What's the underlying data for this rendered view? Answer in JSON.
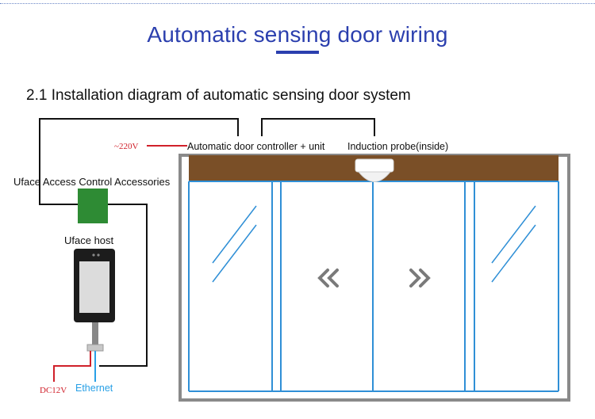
{
  "header": {
    "title": "Automatic sensing door wiring",
    "subtitle": "2.1 Installation diagram of automatic sensing door system"
  },
  "labels": {
    "voltage_ac": "~220V",
    "controller": "Automatic door controller + unit",
    "probe": "Induction probe(inside)",
    "accessories": "Uface Access Control Accessories",
    "host": "Uface host",
    "voltage_dc": "DC12V",
    "ethernet": "Ethernet"
  },
  "icons": {
    "left_arrows": "double-chevron-left-icon",
    "right_arrows": "double-chevron-right-icon"
  },
  "colors": {
    "title": "#2b3fae",
    "power_line": "#d0202a",
    "ethernet_line": "#29a0e6",
    "header_beam": "#7a4f27",
    "glass_edge": "#2f8fd6",
    "frame": "#8a8a8a",
    "accessory_box": "#2e8b34"
  }
}
